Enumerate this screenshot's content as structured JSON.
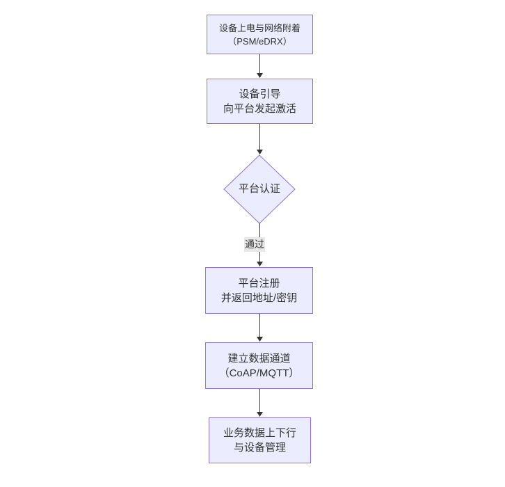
{
  "diagram": {
    "type": "flowchart",
    "direction": "top-down",
    "colors": {
      "background": "#ffffff",
      "node_fill": "#ECECFF",
      "node_border": "#9370DB",
      "edge_line": "#333333",
      "text": "#333333",
      "edge_label_bg": "#e8e8e8"
    },
    "nodes": [
      {
        "id": "power-attach",
        "shape": "rect",
        "lines": [
          "设备上电与网络附着",
          "（PSM/eDRX）"
        ]
      },
      {
        "id": "bootstrap",
        "shape": "rect",
        "lines": [
          "设备引导",
          "向平台发起激活"
        ]
      },
      {
        "id": "auth",
        "shape": "diamond",
        "lines": [
          "平台认证"
        ]
      },
      {
        "id": "register",
        "shape": "rect",
        "lines": [
          "平台注册",
          "并返回地址/密钥"
        ]
      },
      {
        "id": "channel",
        "shape": "rect",
        "lines": [
          "建立数据通道",
          "（CoAP/MQTT）"
        ]
      },
      {
        "id": "business",
        "shape": "rect",
        "lines": [
          "业务数据上下行",
          "与设备管理"
        ]
      }
    ],
    "edges": [
      {
        "from": "power-attach",
        "to": "bootstrap",
        "label": ""
      },
      {
        "from": "bootstrap",
        "to": "auth",
        "label": ""
      },
      {
        "from": "auth",
        "to": "register",
        "label": "通过"
      },
      {
        "from": "register",
        "to": "channel",
        "label": ""
      },
      {
        "from": "channel",
        "to": "business",
        "label": ""
      }
    ],
    "edge_label": "通过"
  }
}
